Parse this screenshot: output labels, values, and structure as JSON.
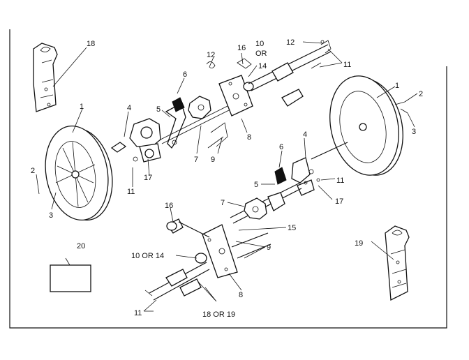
{
  "diagram": {
    "callouts": {
      "c18_top": "18",
      "c1_left": "1",
      "c4_left": "4",
      "c5_left": "5",
      "c6_left": "6",
      "c2_left": "2",
      "c3_left": "3",
      "c11_left": "11",
      "c17_left": "17",
      "c7_left": "7",
      "c9_upper": "9",
      "c8_upper": "8",
      "c12_upper": "12",
      "c16_upper": "16",
      "c10or_upper_a": "10",
      "c10or_upper_b": "OR",
      "c14_upper": "14",
      "c12_right": "12",
      "c11_upper_right": "11",
      "c1_right": "1",
      "c2_right": "2",
      "c3_right": "3",
      "c4_right": "4",
      "c6_right": "6",
      "c11_right_mid": "11",
      "c5_lower": "5",
      "c17_right": "17",
      "c7_lower": "7",
      "c16_lower": "16",
      "c15": "15",
      "c9_lower": "9",
      "c20": "20",
      "c10or14_lower": "10 OR 14",
      "c8_lower": "8",
      "c11_lower": "11",
      "c18or19": "18 OR 19",
      "c19_right": "19"
    }
  }
}
